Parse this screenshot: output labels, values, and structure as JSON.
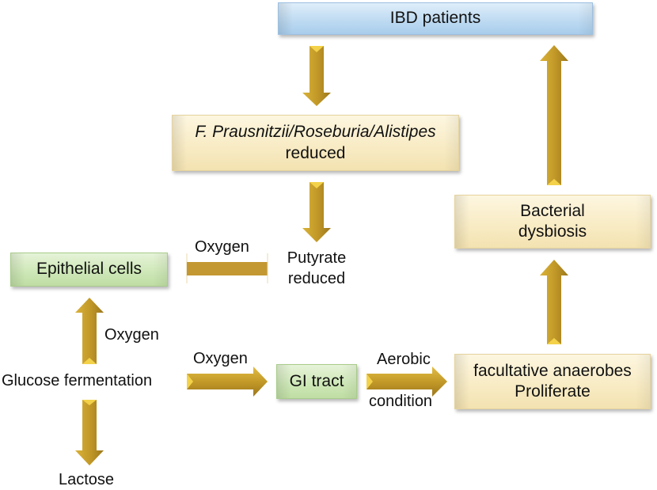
{
  "diagram": {
    "colors": {
      "arrow": "#c9a02a",
      "arrow_dark": "#a07c1c",
      "arrow_light": "#f3d24a",
      "inhibit_bar": "#c39832",
      "box_blue": "#bcd9f1",
      "box_cream": "#f8ebc3",
      "box_green": "#cde7b6"
    },
    "nodes": {
      "ibd": {
        "label": "IBD patients"
      },
      "bacteria": {
        "line1": "F. Prausnitzii/Roseburia/Alistipes",
        "line2": "reduced"
      },
      "putyrate": {
        "line1": "Putyrate",
        "line2": "reduced"
      },
      "epithelial": {
        "label": "Epithelial cells"
      },
      "glucose": {
        "label": "Glucose fermentation"
      },
      "lactose": {
        "label": "Lactose"
      },
      "gi_tract": {
        "label": "GI tract"
      },
      "facultative": {
        "line1": "facultative anaerobes",
        "line2": "Proliferate"
      },
      "dysbiosis": {
        "line1": "Bacterial",
        "line2": "dysbiosis"
      }
    },
    "edge_labels": {
      "inhibit_oxygen": "Oxygen",
      "up_oxygen": "Oxygen",
      "right_oxygen": "Oxygen",
      "aerobic_top": "Aerobic",
      "aerobic_bottom": "condition"
    }
  }
}
